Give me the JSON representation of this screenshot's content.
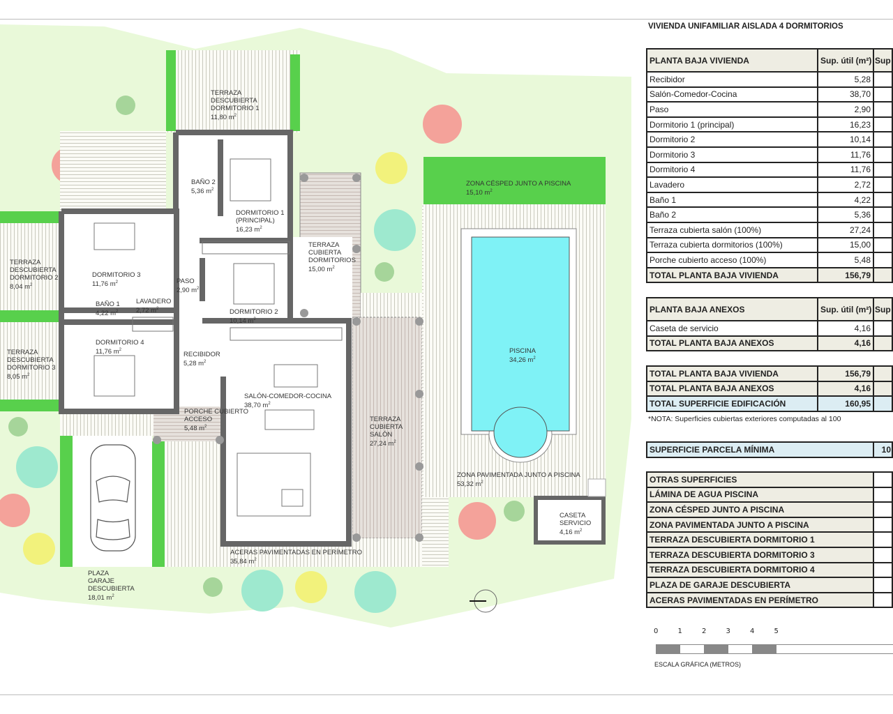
{
  "sheet": {
    "title": "VIVIENDA UNIFAMILIAR AISLADA 4 DORMITORIOS",
    "vivienda": {
      "header": "PLANTA BAJA VIVIENDA",
      "col1": "Sup. útil (m²)",
      "col2": "Sup",
      "rows": [
        {
          "label": "Recibidor",
          "value": "5,28"
        },
        {
          "label": "Salón-Comedor-Cocina",
          "value": "38,70"
        },
        {
          "label": "Paso",
          "value": "2,90"
        },
        {
          "label": "Dormitorio 1 (principal)",
          "value": "16,23"
        },
        {
          "label": "Dormitorio 2",
          "value": "10,14"
        },
        {
          "label": "Dormitorio 3",
          "value": "11,76"
        },
        {
          "label": "Dormitorio 4",
          "value": "11,76"
        },
        {
          "label": "Lavadero",
          "value": "2,72"
        },
        {
          "label": "Baño 1",
          "value": "4,22"
        },
        {
          "label": "Baño 2",
          "value": "5,36"
        },
        {
          "label": "Terraza cubierta salón (100%)",
          "value": "27,24"
        },
        {
          "label": "Terraza cubierta dormitorios (100%)",
          "value": "15,00"
        },
        {
          "label": "Porche cubierto acceso (100%)",
          "value": "5,48"
        }
      ],
      "total": {
        "label": "TOTAL PLANTA BAJA VIVIENDA",
        "value": "156,79"
      }
    },
    "anexos": {
      "header": "PLANTA BAJA ANEXOS",
      "col1": "Sup. útil (m²)",
      "col2": "Sup",
      "rows": [
        {
          "label": "Caseta de servicio",
          "value": "4,16"
        }
      ],
      "total": {
        "label": "TOTAL PLANTA BAJA ANEXOS",
        "value": "4,16"
      }
    },
    "totals": [
      {
        "label": "TOTAL PLANTA BAJA VIVIENDA",
        "value": "156,79"
      },
      {
        "label": "TOTAL PLANTA BAJA ANEXOS",
        "value": "4,16"
      },
      {
        "label": "TOTAL SUPERFICIE EDIFICACIÓN",
        "value": "160,95"
      }
    ],
    "note": "*NOTA: Superficies cubiertas exteriores computadas al 100",
    "parcela": {
      "label": "SUPERFICIE PARCELA MÍNIMA",
      "value": "10"
    },
    "otras": [
      "OTRAS SUPERFICIES",
      "LÁMINA DE AGUA PISCINA",
      "ZONA CÉSPED JUNTO A PISCINA",
      "ZONA PAVIMENTADA JUNTO A PISCINA",
      "TERRAZA DESCUBIERTA DORMITORIO 1",
      "TERRAZA DESCUBIERTA DORMITORIO 3",
      "TERRAZA DESCUBIERTA DORMITORIO 4",
      "PLAZA DE GARAJE DESCUBIERTA",
      "ACERAS PAVIMENTADAS EN PERÍMETRO"
    ],
    "scale": {
      "ticks": [
        "0",
        "1",
        "2",
        "3",
        "4",
        "5"
      ],
      "caption": "ESCALA GRÁFICA (METROS)"
    }
  },
  "colors": {
    "grass": "#e9f9d9",
    "lawn": "#58d04c",
    "pool": "#7ff2f6",
    "wall": "#666666",
    "header": "#eeede3",
    "highlight": "#dcedf3"
  },
  "plan": {
    "unit": "m",
    "labels": [
      {
        "name": "TERRAZA DESCUBIERTA DORMITORIO 1",
        "area": "11,80"
      },
      {
        "name": "BAÑO 2",
        "area": "5,36"
      },
      {
        "name": "DORMITORIO 1 (PRINCIPAL)",
        "area": "16,23"
      },
      {
        "name": "TERRAZA CUBIERTA DORMITORIOS",
        "area": "15,00"
      },
      {
        "name": "ZONA CÉSPED JUNTO A PISCINA",
        "area": "15,10"
      },
      {
        "name": "TERRAZA DESCUBIERTA DORMITORIO 2",
        "area": "8,04"
      },
      {
        "name": "DORMITORIO 3",
        "area": "11,76"
      },
      {
        "name": "PASO",
        "area": "2,90"
      },
      {
        "name": "BAÑO 1",
        "area": "4,22"
      },
      {
        "name": "LAVADERO",
        "area": "2,72"
      },
      {
        "name": "DORMITORIO 2",
        "area": "10,14"
      },
      {
        "name": "DORMITORIO 4",
        "area": "11,76"
      },
      {
        "name": "RECIBIDOR",
        "area": "5,28"
      },
      {
        "name": "TERRAZA DESCUBIERTA DORMITORIO 3",
        "area": "8,05"
      },
      {
        "name": "PISCINA",
        "area": "34,26"
      },
      {
        "name": "SALÓN-COMEDOR-COCINA",
        "area": "38,70"
      },
      {
        "name": "PORCHE CUBIERTO ACCESO",
        "area": "5,48"
      },
      {
        "name": "TERRAZA CUBIERTA SALÓN",
        "area": "27,24"
      },
      {
        "name": "ZONA PAVIMENTADA JUNTO A PISCINA",
        "area": "53,32"
      },
      {
        "name": "CASETA SERVICIO",
        "area": "4,16"
      },
      {
        "name": "ACERAS PAVIMENTADAS EN PERÍMETRO",
        "area": "35,84"
      },
      {
        "name": "PLAZA GARAJE DESCUBIERTA",
        "area": "18,01"
      }
    ]
  }
}
